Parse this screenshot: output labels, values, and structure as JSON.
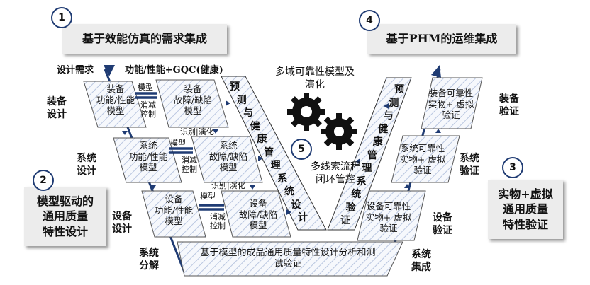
{
  "callouts": {
    "c1": {
      "num": "1",
      "text": "基于效能仿真的需求集成"
    },
    "c2": {
      "num": "2",
      "lines": [
        "模型驱动的",
        "通用质量",
        "特性设计"
      ]
    },
    "c3": {
      "num": "3",
      "lines": [
        "实物+虚拟",
        "通用质量",
        "特性验证"
      ]
    },
    "c4": {
      "num": "4",
      "text": "基于PHM的运维集成"
    },
    "c5": {
      "num": "5",
      "lines": [
        "多线索流程",
        "闭环管控"
      ]
    }
  },
  "top_labels": {
    "requirement": "设计需求",
    "function": "功能/性能+GQC(健康)",
    "multidomain_1": "多域可靠性模型及",
    "multidomain_2": "演化"
  },
  "left_levels": {
    "equipment_design": [
      "装备",
      "设计"
    ],
    "system_design": [
      "系统",
      "设计"
    ],
    "device_design": [
      "设备",
      "设计"
    ],
    "system_decompose": [
      "系统",
      "分解"
    ]
  },
  "right_levels": {
    "equipment_verify": [
      "装备",
      "验证"
    ],
    "system_verify": [
      "系统",
      "验证"
    ],
    "device_verify": [
      "设备",
      "验证"
    ],
    "system_integrate": [
      "系统",
      "集成"
    ]
  },
  "design_rows": [
    {
      "left": [
        "装备",
        "功能/性能",
        "模型"
      ],
      "right": [
        "装备",
        "故障/缺陷",
        "模型"
      ],
      "model": "模型",
      "cancel": [
        "消减",
        "控制"
      ],
      "evo": "识别|演化"
    },
    {
      "left": [
        "系统",
        "功能/性能",
        "模型"
      ],
      "right": [
        "系统",
        "故障/缺陷",
        "模型"
      ],
      "model": "模型",
      "cancel": [
        "消减",
        "控制"
      ],
      "evo": "识别|演化"
    },
    {
      "left": [
        "设备",
        "功能/性能",
        "模型"
      ],
      "right": [
        "设备",
        "故障/缺陷",
        "模型"
      ],
      "model": "模型",
      "cancel": [
        "消减",
        "控制"
      ],
      "evo": ""
    }
  ],
  "verify_rows": [
    [
      "装备可靠性",
      "实物+ 虚拟",
      "验证"
    ],
    [
      "系统可靠性",
      "实物+ 虚拟",
      "验证"
    ],
    [
      "设备可靠性",
      "实物+ 虚拟",
      "验证"
    ]
  ],
  "phm_design": [
    "预",
    "测",
    "与",
    "健",
    "康",
    "管",
    "理",
    "系",
    "统",
    "设",
    "计"
  ],
  "phm_verify": [
    "预",
    "测",
    "与",
    "健",
    "康",
    "管",
    "理",
    "系",
    "统",
    "验",
    "证"
  ],
  "bottom": [
    "基于模型的成品通用质量特性设计分析和测",
    "试验证"
  ],
  "colors": {
    "navy": "#1f3b73",
    "stripe": "#a8b8d8",
    "callout_bg": "#ececec"
  }
}
